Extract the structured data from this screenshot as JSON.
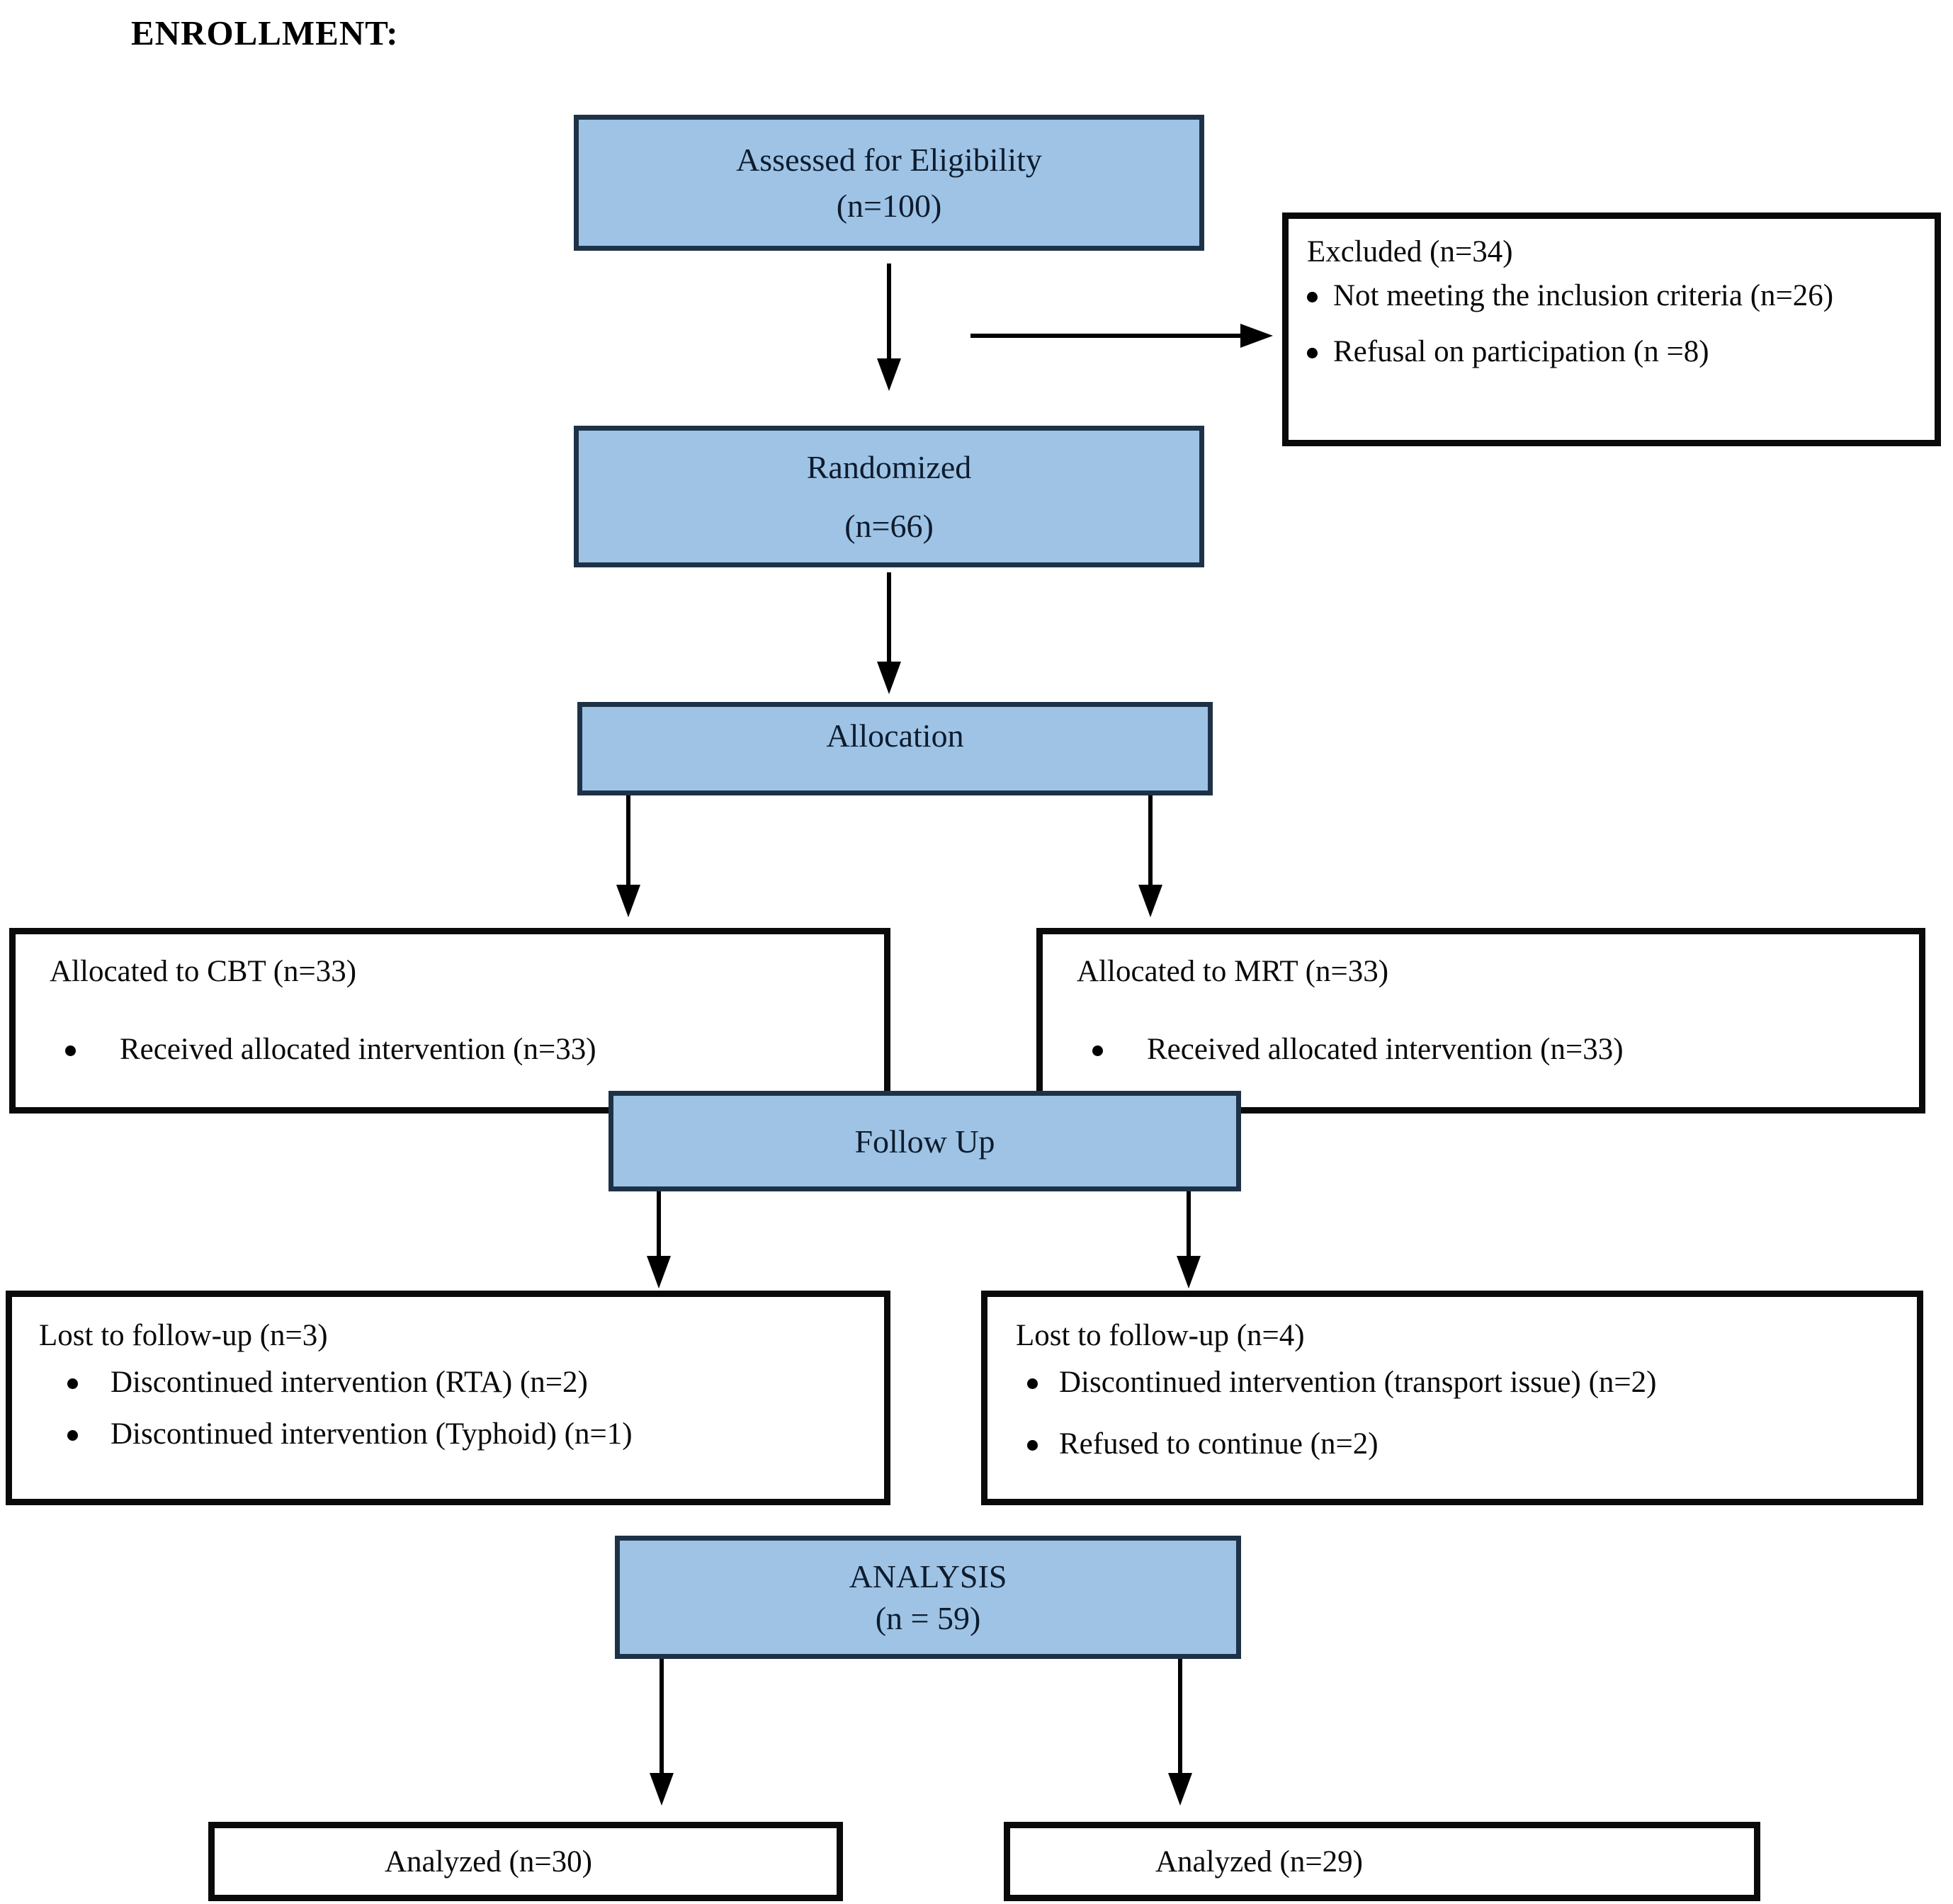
{
  "page_title": "ENROLLMENT:",
  "colors": {
    "box_fill": "#9ec3e5",
    "box_border": "#1e3247",
    "plain_border": "#0a0a0a"
  },
  "diagram": {
    "eligibility": {
      "line1": "Assessed for Eligibility",
      "line2": "(n=100)"
    },
    "excluded": {
      "title": "Excluded (n=34)",
      "bullets": [
        "Not meeting the inclusion criteria (n=26)",
        "Refusal on participation (n =8)"
      ]
    },
    "randomized": {
      "line1": "Randomized",
      "line2": "(n=66)"
    },
    "allocation": {
      "label": "Allocation"
    },
    "allocated_cbt": {
      "title": "Allocated to CBT (n=33)",
      "bullets": [
        "Received allocated intervention (n=33)"
      ]
    },
    "allocated_mrt": {
      "title": "Allocated to MRT (n=33)",
      "bullets": [
        "Received allocated intervention (n=33)"
      ]
    },
    "follow_up": {
      "label": "Follow Up"
    },
    "lost_cbt": {
      "title": "Lost to follow-up (n=3)",
      "bullets": [
        "Discontinued intervention (RTA) (n=2)",
        "Discontinued intervention (Typhoid) (n=1)"
      ]
    },
    "lost_mrt": {
      "title": "Lost to follow-up (n=4)",
      "bullets": [
        "Discontinued intervention (transport issue) (n=2)",
        "Refused to continue (n=2)"
      ]
    },
    "analysis": {
      "line1": "ANALYSIS",
      "line2": "(n = 59)"
    },
    "analyzed_cbt": {
      "label": "Analyzed (n=30)"
    },
    "analyzed_mrt": {
      "label": "Analyzed (n=29)"
    }
  }
}
